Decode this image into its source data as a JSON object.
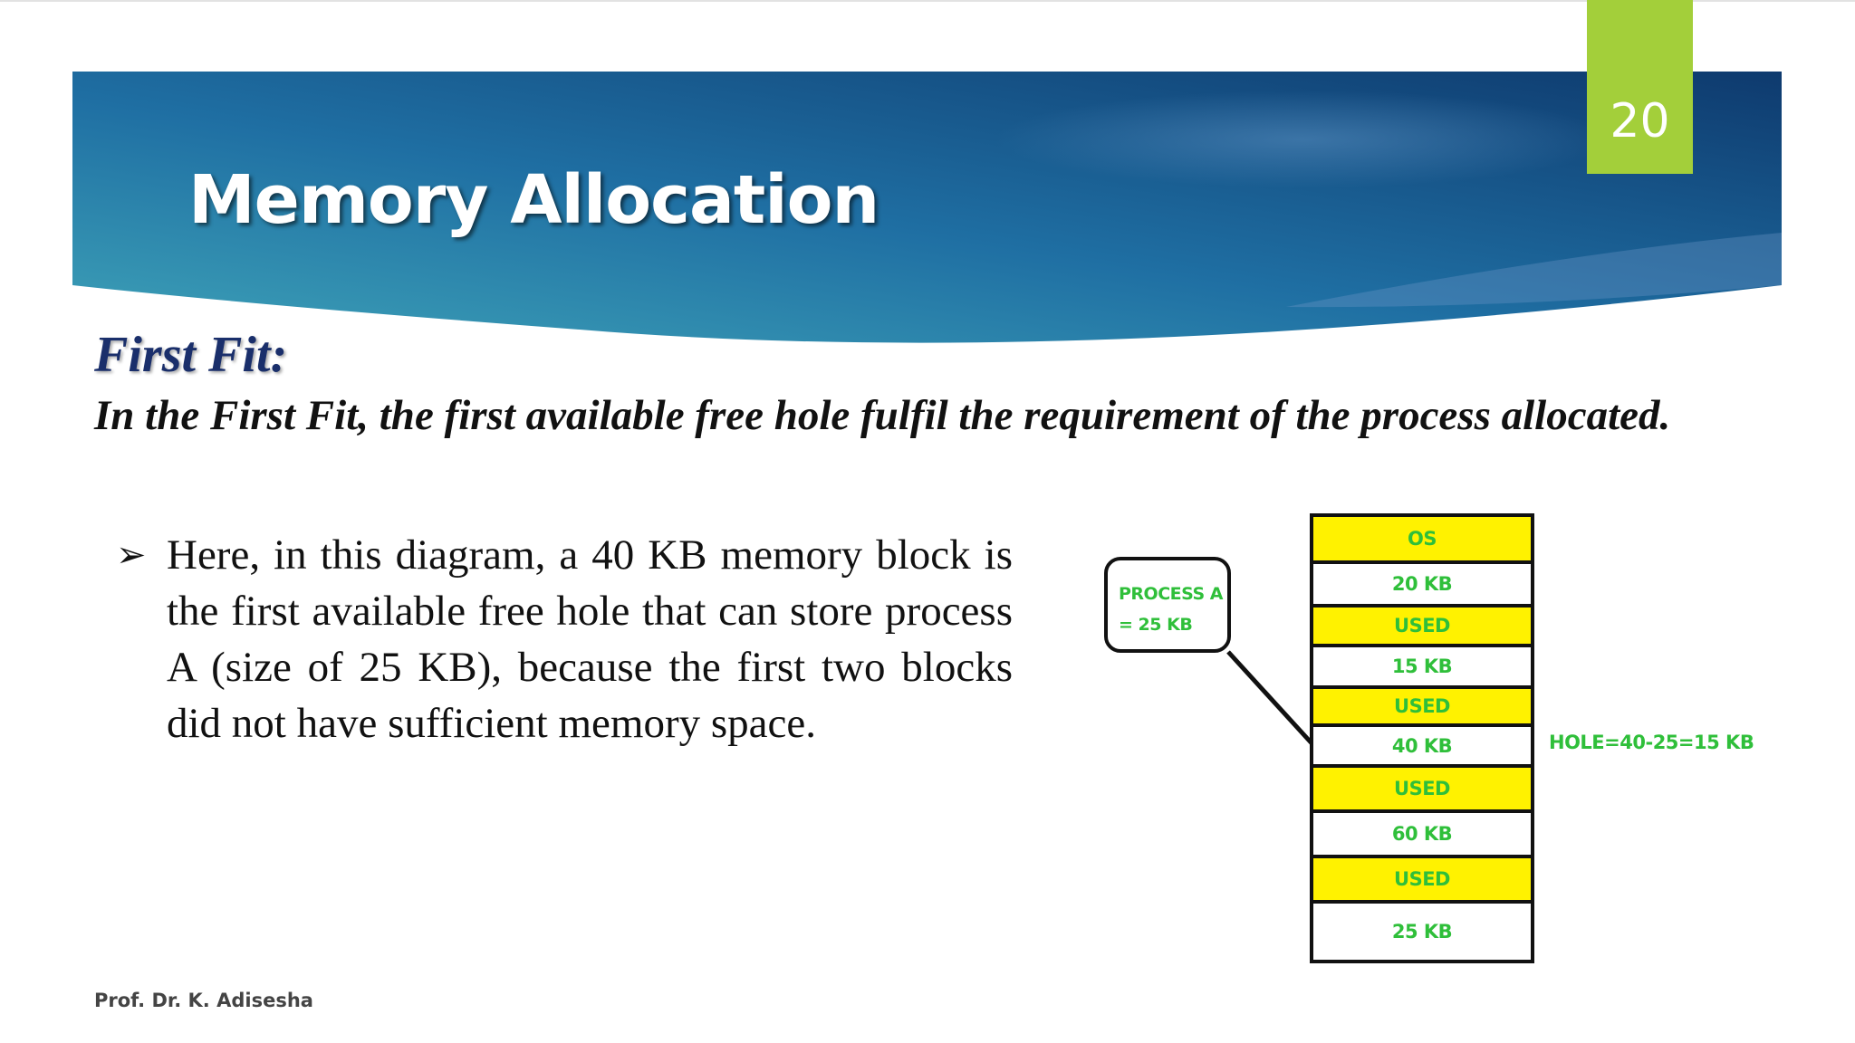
{
  "slide": {
    "number": "20",
    "title": "Memory Allocation",
    "subtitle": "First Fit:",
    "definition": "In the First Fit, the first available free hole fulfil the requirement of the process allocated.",
    "bullet": "Here, in this diagram, a 40 KB memory block is the first available free hole that can store process A (size of 25 KB), because the first two blocks did not have sufficient memory space.",
    "footer": "Prof. Dr. K. Adisesha"
  },
  "colors": {
    "banner_dark": "#0e3a6e",
    "banner_mid": "#1f6fa3",
    "banner_light": "#3ea3b8",
    "slide_number_bg": "#a3cf3a",
    "used_block": "#fff200",
    "diagram_text": "#2fbf3a"
  },
  "diagram": {
    "process_box": {
      "line1": "PROCESS A",
      "line2": "= 25 KB"
    },
    "blocks": [
      {
        "label": "OS",
        "used": true
      },
      {
        "label": "20 KB",
        "used": false
      },
      {
        "label": "USED",
        "used": true
      },
      {
        "label": "15 KB",
        "used": false
      },
      {
        "label": "USED",
        "used": true
      },
      {
        "label": "40 KB",
        "used": false
      },
      {
        "label": "USED",
        "used": true
      },
      {
        "label": "60 KB",
        "used": false
      },
      {
        "label": "USED",
        "used": true
      },
      {
        "label": "25 KB",
        "used": false
      }
    ],
    "hole_label": "HOLE=40-25=15 KB"
  }
}
